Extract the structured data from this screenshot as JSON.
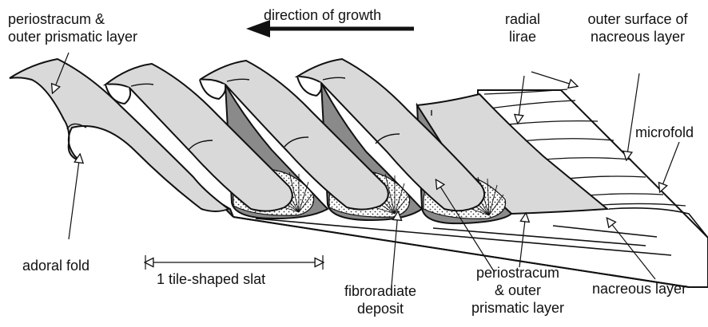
{
  "labels": {
    "periostracum_top": [
      "periostracum &",
      "outer prismatic layer"
    ],
    "direction": "direction of growth",
    "radial_lirae": [
      "radial",
      "lirae"
    ],
    "outer_surface": [
      "outer surface of",
      "nacreous layer"
    ],
    "microfold": "microfold",
    "adoral_fold": "adoral fold",
    "slat": "1 tile-shaped slat",
    "fibroradiate": [
      "fibroradiate",
      "deposit"
    ],
    "periostracum_bottom": [
      "periostracum",
      "& outer",
      "prismatic layer"
    ],
    "nacreous_layer": "nacreous layer"
  },
  "colors": {
    "line": "#111111",
    "slat_fill": "#d9d9d9",
    "dark_fill": "#8a8a8a",
    "white": "#ffffff"
  }
}
